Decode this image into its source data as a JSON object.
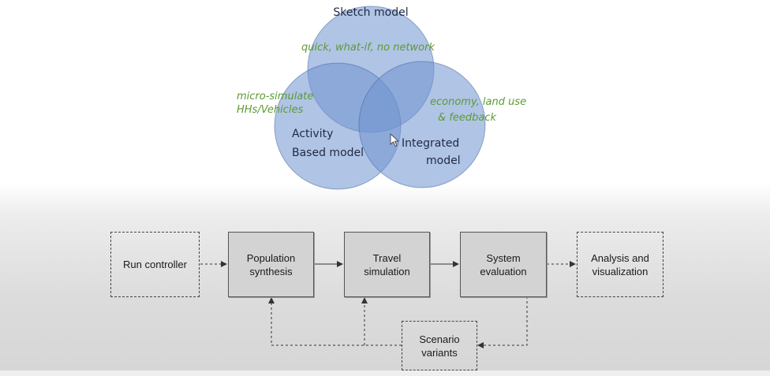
{
  "venn": {
    "sketch": {
      "title": "Sketch model",
      "note": "quick, what-if, no network",
      "color": "#5b86c9"
    },
    "activity": {
      "title_line1": "Activity",
      "title_line2": "Based model",
      "note_line1": "micro-simulate",
      "note_line2": "HHs/Vehicles",
      "color": "#5b86c9"
    },
    "integrated": {
      "title_line1": "Integrated",
      "title_line2": "model",
      "note_line1": "economy, land use",
      "note_line2": "& feedback",
      "color": "#5b86c9"
    },
    "note_color": "#5c9a35"
  },
  "flow": {
    "run_controller": "Run controller",
    "population_synthesis": "Population\nsynthesis",
    "travel_simulation": "Travel\nsimulation",
    "system_evaluation": "System\nevaluation",
    "analysis_visualization": "Analysis and\nvisualization",
    "scenario_variants": "Scenario\nvariants"
  }
}
